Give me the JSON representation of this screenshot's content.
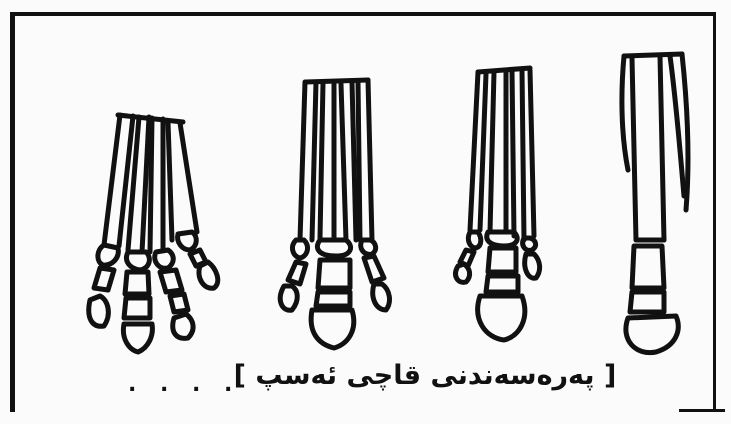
{
  "caption": "[ پەرەسەندنی قاچی ئەسپ ]",
  "caption_tail": ". . . .",
  "figure": {
    "stages": [
      {
        "toes": 4
      },
      {
        "toes": 3
      },
      {
        "toes": 3
      },
      {
        "toes": 1
      }
    ]
  }
}
